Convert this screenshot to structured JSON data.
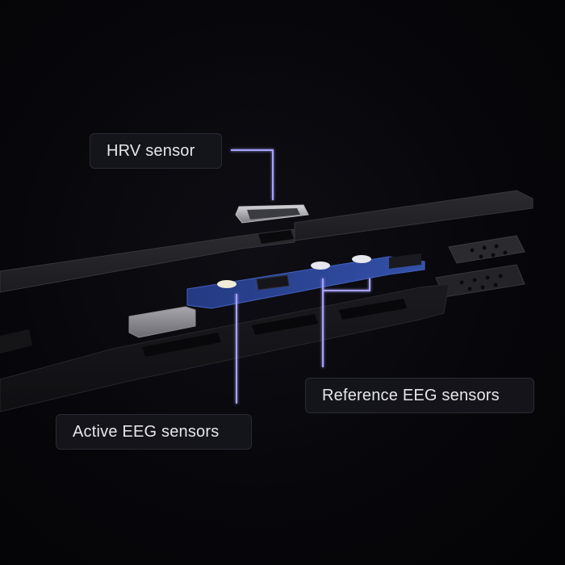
{
  "labels": {
    "hrv_sensor": "HRV sensor",
    "reference_eeg_sensors": "Reference EEG sensors",
    "active_eeg_sensors": "Active EEG sensors"
  },
  "colors": {
    "background": "#050508",
    "callout_line": "#a7a2ff",
    "pcb": "#2a3f8a",
    "label_bg": "#16161c",
    "label_text": "#e6e6ea"
  }
}
